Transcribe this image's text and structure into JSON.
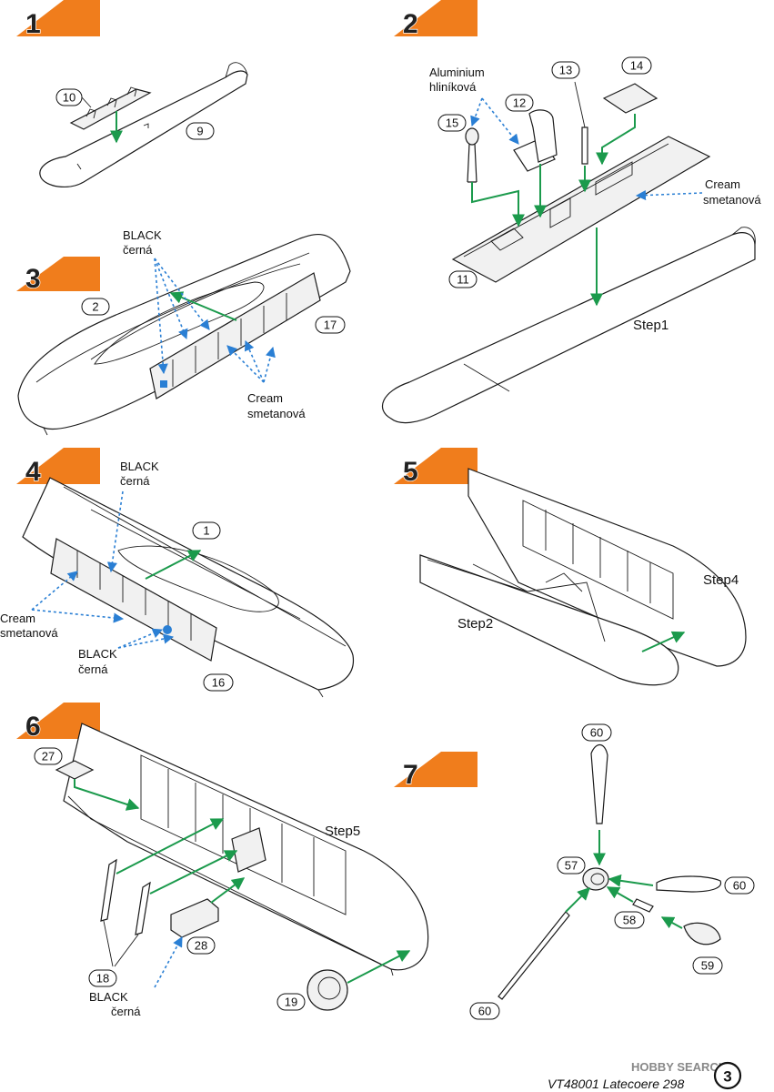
{
  "steps": [
    {
      "num": "1"
    },
    {
      "num": "2"
    },
    {
      "num": "3"
    },
    {
      "num": "4"
    },
    {
      "num": "5"
    },
    {
      "num": "6"
    },
    {
      "num": "7"
    }
  ],
  "parts": {
    "p1": "1",
    "p2": "2",
    "p9": "9",
    "p10": "10",
    "p11": "11",
    "p12": "12",
    "p13": "13",
    "p14": "14",
    "p15": "15",
    "p16": "16",
    "p17": "17",
    "p18": "18",
    "p19": "19",
    "p27": "27",
    "p28": "28",
    "p57": "57",
    "p58": "58",
    "p59": "59",
    "p60": "60"
  },
  "colors": {
    "aluminium_en": "Aluminium",
    "aluminium_cz": "hliníková",
    "cream_en": "Cream",
    "cream_cz": "smetanová",
    "black_en": "BLACK",
    "black_cz": "černá"
  },
  "refs": {
    "step1": "Step1",
    "step2": "Step2",
    "step4": "Step4",
    "step5": "Step5"
  },
  "footer": {
    "kit": "VT48001 Latecoere 298",
    "page": "3",
    "watermark": "HOBBY SEARCH"
  },
  "accent_colors": {
    "step_banner": "#f07d1c",
    "arrow": "#1b9a4c",
    "paint_callout": "#2a7fd4"
  }
}
